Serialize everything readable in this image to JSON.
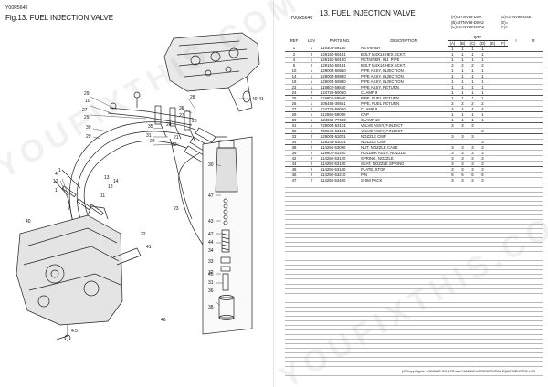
{
  "left_page": {
    "model_code": "Y00R5640",
    "figure_title": "Fig.13.  FUEL INJECTION VALVE",
    "callouts": [
      "29",
      "10",
      "27",
      "29",
      "28",
      "25",
      "27",
      "28",
      "24",
      "35",
      "39",
      "31",
      "22",
      "29",
      "21",
      "22",
      "1",
      "12",
      "1",
      "4",
      "40",
      "2",
      "13",
      "14",
      "11",
      "18",
      "32",
      "41",
      "30",
      "23",
      "47",
      "43",
      "42",
      "44",
      "34",
      "33",
      "45",
      "31",
      "36",
      "32",
      "46",
      "38",
      "40-41",
      "4.5"
    ]
  },
  "right_page": {
    "model_code": "Y00R5640",
    "figure_title": "13.  FUEL INJECTION VALVE",
    "variants": [
      [
        "(A)=3TNV88-DSA",
        "(D)=3TNV88-DSE"
      ],
      [
        "(B)=3TNV88-DSA2",
        "(E)="
      ],
      [
        "(C)=3TNV88-DSA3",
        "(F)="
      ]
    ],
    "columns": {
      "ref": "REF",
      "lev": "LEV",
      "part_no": "PARTS NO.",
      "description": "DESCRIPTION",
      "qty": "QTY",
      "qty_sub": [
        "(A)",
        "(B)",
        "(C)",
        "(D)",
        "(E)",
        "(F)"
      ],
      "i": "I",
      "r": "R"
    },
    "rows": [
      {
        "ref": "1",
        "lev": "1",
        "part": "119305-59130",
        "desc": "RETAINER",
        "q": [
          "1",
          "1",
          "1",
          "1",
          "",
          ""
        ],
        "i": "",
        "r": ""
      },
      {
        "ref": "2",
        "lev": "2",
        "part": "129150-59131",
        "desc": "BOLT M4X14,HEX.SCKT.",
        "q": [
          "1",
          "1",
          "1",
          "1",
          "",
          ""
        ],
        "i": "",
        "r": ""
      },
      {
        "ref": "4",
        "lev": "1",
        "part": "129150-59120",
        "desc": "RETAINER, INJ. PIPE",
        "q": [
          "1",
          "1",
          "1",
          "1",
          "",
          ""
        ],
        "i": "",
        "r": ""
      },
      {
        "ref": "5",
        "lev": "2",
        "part": "129150-59131",
        "desc": "BOLT M4X14,HEX.SCKT.",
        "q": [
          "2",
          "2",
          "2",
          "2",
          "",
          ""
        ],
        "i": "",
        "r": ""
      },
      {
        "ref": "10",
        "lev": "1",
        "part": "129004-59810",
        "desc": "PIPE ASSY, INJECTION",
        "q": [
          "1",
          "1",
          "1",
          "1",
          "",
          ""
        ],
        "i": "",
        "r": ""
      },
      {
        "ref": "14",
        "lev": "1",
        "part": "129004-59820",
        "desc": "PIPE ASSY, INJECTION",
        "q": [
          "1",
          "1",
          "1",
          "1",
          "",
          ""
        ],
        "i": "",
        "r": ""
      },
      {
        "ref": "18",
        "lev": "1",
        "part": "129004-59830",
        "desc": "PIPE ASSY, INJECTION",
        "q": [
          "1",
          "1",
          "1",
          "1",
          "",
          ""
        ],
        "i": "",
        "r": ""
      },
      {
        "ref": "23",
        "lev": "1",
        "part": "119802-59550",
        "desc": "PIPE ASSY, RETURN",
        "q": [
          "1",
          "1",
          "1",
          "1",
          "",
          ""
        ],
        "i": "",
        "r": ""
      },
      {
        "ref": "24",
        "lev": "2",
        "part": "124722-59050",
        "desc": "CLAMP  9",
        "q": [
          "1",
          "1",
          "1",
          "1",
          "",
          ""
        ],
        "i": "",
        "r": ""
      },
      {
        "ref": "25",
        "lev": "2",
        "part": "119802-59560",
        "desc": "PIPE, FUEL RETURN",
        "q": [
          "1",
          "1",
          "1",
          "1",
          "",
          ""
        ],
        "i": "",
        "r": ""
      },
      {
        "ref": "26",
        "lev": "1",
        "part": "105486-39551",
        "desc": "PIPE, FUEL RETURN",
        "q": [
          "2",
          "2",
          "2",
          "2",
          "",
          ""
        ],
        "i": "",
        "r": ""
      },
      {
        "ref": "27",
        "lev": "2",
        "part": "124722-59050",
        "desc": "CLAMP  9",
        "q": [
          "4",
          "4",
          "4",
          "4",
          "",
          ""
        ],
        "i": "",
        "r": ""
      },
      {
        "ref": "29",
        "lev": "1",
        "part": "112550-59080",
        "desc": "CAP",
        "q": [
          "1",
          "1",
          "1",
          "1",
          "",
          ""
        ],
        "i": "",
        "r": ""
      },
      {
        "ref": "30",
        "lev": "1",
        "part": "124060-77680",
        "desc": "CLAMP 10",
        "q": [
          "1",
          "1",
          "1",
          "1",
          "",
          ""
        ],
        "i": "",
        "r": ""
      },
      {
        "ref": "31",
        "lev": "1",
        "part": "729004-53101",
        "desc": "VALVE ASSY, F.INJECT",
        "q": [
          "3",
          "3",
          "3",
          "",
          "",
          ""
        ],
        "i": "",
        "r": ""
      },
      {
        "ref": "32",
        "lev": "1",
        "part": "729246-53101",
        "desc": "VALVE ASSY, F.INJECT",
        "q": [
          "",
          "",
          "",
          "3",
          "",
          ""
        ],
        "i": "",
        "r": ""
      },
      {
        "ref": "33",
        "lev": "2",
        "part": "129004-53001",
        "desc": "NOZZLE CMP",
        "q": [
          "3",
          "3",
          "3",
          "",
          "",
          ""
        ],
        "i": "",
        "r": ""
      },
      {
        "ref": "34",
        "lev": "2",
        "part": "129246-53001",
        "desc": "NOZZLE CMP",
        "q": [
          "",
          "",
          "",
          "3",
          "",
          ""
        ],
        "i": "",
        "r": ""
      },
      {
        "ref": "38",
        "lev": "2",
        "part": "114250-53090",
        "desc": "NUT, NOZZLE CASE",
        "q": [
          "3",
          "3",
          "3",
          "3",
          "",
          ""
        ],
        "i": "",
        "r": ""
      },
      {
        "ref": "39",
        "lev": "2",
        "part": "119802-53100",
        "desc": "HOLDER ASSY, NOZZLE",
        "q": [
          "3",
          "3",
          "3",
          "3",
          "",
          ""
        ],
        "i": "",
        "r": ""
      },
      {
        "ref": "42",
        "lev": "2",
        "part": "114250-53120",
        "desc": "SPRING, NOZZLE",
        "q": [
          "3",
          "3",
          "3",
          "3",
          "",
          ""
        ],
        "i": "",
        "r": ""
      },
      {
        "ref": "44",
        "lev": "2",
        "part": "114250-53130",
        "desc": "SEAT, NOZZLE SPRING",
        "q": [
          "3",
          "3",
          "3",
          "3",
          "",
          ""
        ],
        "i": "",
        "r": ""
      },
      {
        "ref": "45",
        "lev": "2",
        "part": "114250-53140",
        "desc": "PLATE, STOP",
        "q": [
          "3",
          "3",
          "3",
          "3",
          "",
          ""
        ],
        "i": "",
        "r": ""
      },
      {
        "ref": "46",
        "lev": "2",
        "part": "114250-53210",
        "desc": "PIN",
        "q": [
          "6",
          "6",
          "6",
          "6",
          "",
          ""
        ],
        "i": "",
        "r": ""
      },
      {
        "ref": "47",
        "lev": "2",
        "part": "114250-53400",
        "desc": "SHIM PACK",
        "q": [
          "3",
          "3",
          "3",
          "3",
          "",
          ""
        ],
        "i": "",
        "r": ""
      }
    ],
    "empty_rows": 42,
    "copyright": "(C)Copy Rights : YANMAR CO.,LTD and YANMAR AGRICULTURAL EQUIPMENT CO.,LTD"
  },
  "watermark": "YOUFIXTHIS.COM",
  "colors": {
    "ink": "#111111",
    "rule": "#b8b8b8",
    "diagram_fill": "#dcdcdc",
    "watermark": "#969696"
  }
}
